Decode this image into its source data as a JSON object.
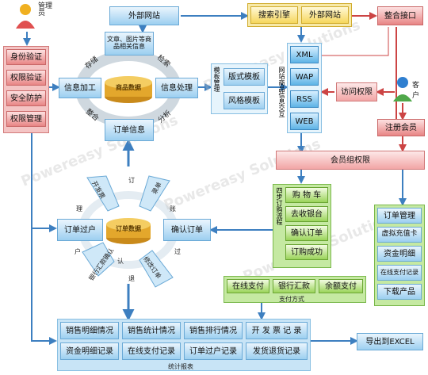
{
  "watermark": "Powereasy Solutions",
  "admin": {
    "label": "管理员"
  },
  "customer": {
    "label": "客户"
  },
  "admin_functions": [
    "身份验证",
    "权限验证",
    "安全防护",
    "权限管理"
  ],
  "top": {
    "external_site_left": "外部网站",
    "search_engine": "搜索引擎",
    "external_site_right": "外部网站",
    "integration": "整合接口"
  },
  "info_ring": {
    "center": "商品数据",
    "top": "文章、图片等商品相关信息",
    "left": "信息加工",
    "right": "信息处理",
    "bottom": "订单信息",
    "arrows": [
      "存储",
      "检索",
      "整合",
      "分析"
    ]
  },
  "templates": {
    "side_label": "模板管理",
    "items": [
      "版式模板",
      "风格模板"
    ],
    "interaction_label": "网站商品信息交互"
  },
  "formats": [
    "XML",
    "WAP",
    "RSS",
    "WEB"
  ],
  "access_control": "访问权限",
  "register": "注册会员",
  "member_group": "会员组权限",
  "order_ring": {
    "center": "订单数据",
    "left": "订单过户",
    "right": "确认订单",
    "spokes": [
      "开发票",
      "订",
      "录单",
      "修改订单",
      "银行汇款确认",
      "退"
    ],
    "extra_chars": [
      "理",
      "过",
      "户",
      "账",
      "认"
    ]
  },
  "order_steps": {
    "label": "四步订购流程",
    "items": [
      "购 物 车",
      "去收银台",
      "确认订单",
      "订购成功"
    ]
  },
  "payment": {
    "label": "支付方式",
    "items": [
      "在线支付",
      "银行汇款",
      "余额支付"
    ]
  },
  "member_panel": [
    "订单管理",
    "虚拟充值卡",
    "资金明细",
    "在线支付记录",
    "下载产品"
  ],
  "reports": {
    "label": "统计报表",
    "row1": [
      "销售明细情况",
      "销售统计情况",
      "销售排行情况",
      "开 发 票 记 录"
    ],
    "row2": [
      "资金明细记录",
      "在线支付记录",
      "订单过户记录",
      "发货退货记录"
    ]
  },
  "export": "导出到EXCEL"
}
